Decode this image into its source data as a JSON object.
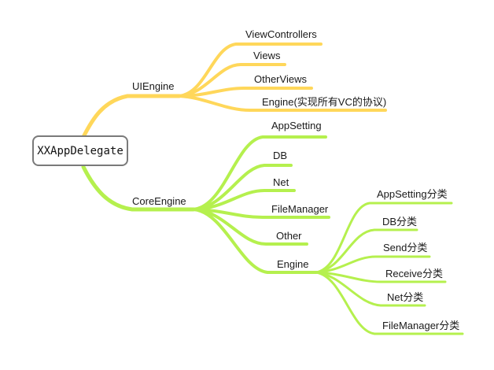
{
  "root": {
    "label": "XXAppDelegate"
  },
  "colors": {
    "yellow": "#FFD75A",
    "green": "#B5F04E",
    "root_border": "#7a7a7a"
  },
  "branches": [
    {
      "label": "UIEngine",
      "color": "yellow",
      "children": [
        {
          "label": "ViewControllers"
        },
        {
          "label": "Views"
        },
        {
          "label": "OtherViews"
        },
        {
          "label": "Engine(实现所有VC的协议)"
        }
      ]
    },
    {
      "label": "CoreEngine",
      "color": "green",
      "children": [
        {
          "label": "AppSetting"
        },
        {
          "label": "DB"
        },
        {
          "label": "Net"
        },
        {
          "label": "FileManager"
        },
        {
          "label": "Other"
        },
        {
          "label": "Engine",
          "children": [
            {
              "label": "AppSetting分类"
            },
            {
              "label": "DB分类"
            },
            {
              "label": "Send分类"
            },
            {
              "label": "Receive分类"
            },
            {
              "label": "Net分类"
            },
            {
              "label": "FileManager分类"
            }
          ]
        }
      ]
    }
  ]
}
